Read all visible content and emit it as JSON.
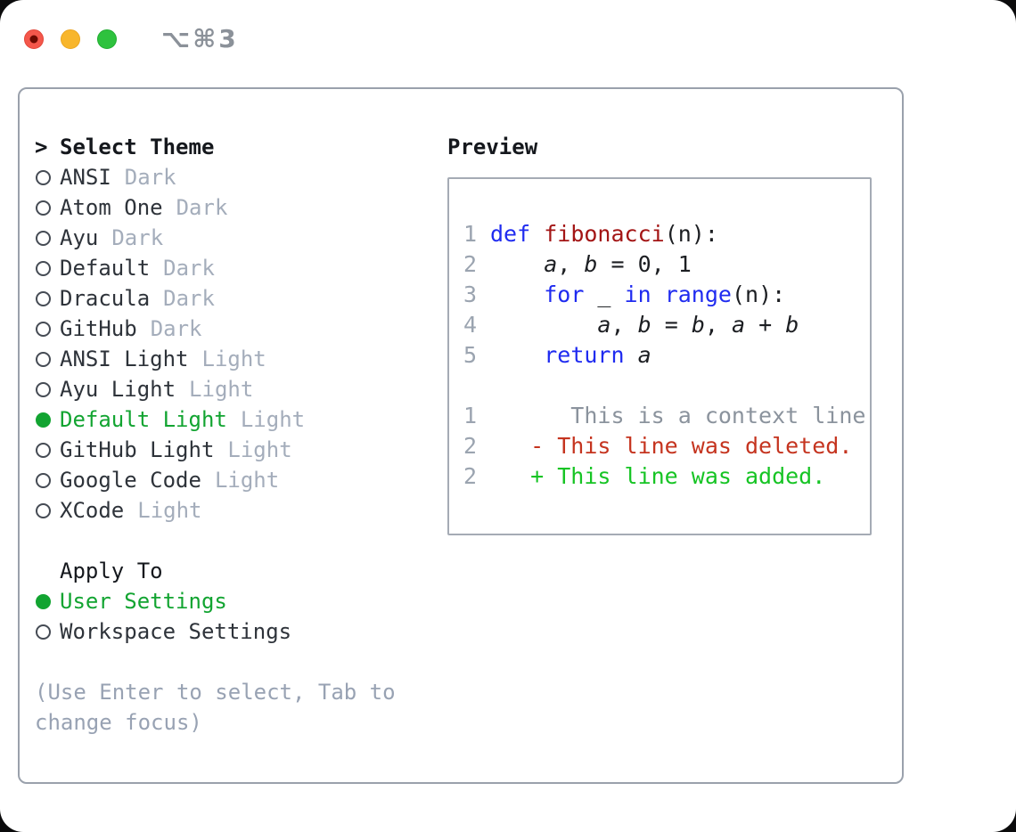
{
  "titlebar": {
    "shortcut": "⌥⌘3",
    "traffic_light_colors": {
      "red": "#f4574b",
      "yellow": "#f8b62c",
      "green": "#2ec23e"
    }
  },
  "theme_picker": {
    "prompt_marker": ">",
    "title": "Select Theme",
    "themes": [
      {
        "name": "ANSI",
        "variant": "Dark",
        "selected": false
      },
      {
        "name": "Atom One",
        "variant": "Dark",
        "selected": false
      },
      {
        "name": "Ayu",
        "variant": "Dark",
        "selected": false
      },
      {
        "name": "Default",
        "variant": "Dark",
        "selected": false
      },
      {
        "name": "Dracula",
        "variant": "Dark",
        "selected": false
      },
      {
        "name": "GitHub",
        "variant": "Dark",
        "selected": false
      },
      {
        "name": "ANSI Light",
        "variant": "Light",
        "selected": false
      },
      {
        "name": "Ayu Light",
        "variant": "Light",
        "selected": false
      },
      {
        "name": "Default Light",
        "variant": "Light",
        "selected": true
      },
      {
        "name": "GitHub Light",
        "variant": "Light",
        "selected": false
      },
      {
        "name": "Google Code",
        "variant": "Light",
        "selected": false
      },
      {
        "name": "XCode",
        "variant": "Light",
        "selected": false
      }
    ],
    "apply_to": {
      "title": "Apply To",
      "options": [
        {
          "name": "User Settings",
          "selected": true
        },
        {
          "name": "Workspace Settings",
          "selected": false
        }
      ]
    },
    "hint": "(Use Enter to select, Tab to change focus)"
  },
  "preview": {
    "title": "Preview",
    "code_lines": [
      {
        "ln": "1",
        "segs": [
          {
            "t": "def",
            "c": "kw"
          },
          {
            "t": " ",
            "c": "txt"
          },
          {
            "t": "fibonacci",
            "c": "fn"
          },
          {
            "t": "(n):",
            "c": "txt"
          }
        ]
      },
      {
        "ln": "2",
        "segs": [
          {
            "t": "    ",
            "c": "txt"
          },
          {
            "t": "a",
            "c": "var"
          },
          {
            "t": ", ",
            "c": "txt"
          },
          {
            "t": "b",
            "c": "var"
          },
          {
            "t": " = 0, 1",
            "c": "txt"
          }
        ]
      },
      {
        "ln": "3",
        "segs": [
          {
            "t": "    ",
            "c": "txt"
          },
          {
            "t": "for",
            "c": "kw"
          },
          {
            "t": " _ ",
            "c": "txt"
          },
          {
            "t": "in",
            "c": "kw"
          },
          {
            "t": " ",
            "c": "txt"
          },
          {
            "t": "range",
            "c": "kw"
          },
          {
            "t": "(n):",
            "c": "txt"
          }
        ]
      },
      {
        "ln": "4",
        "segs": [
          {
            "t": "        ",
            "c": "txt"
          },
          {
            "t": "a",
            "c": "var"
          },
          {
            "t": ", ",
            "c": "txt"
          },
          {
            "t": "b",
            "c": "var"
          },
          {
            "t": " = ",
            "c": "txt"
          },
          {
            "t": "b",
            "c": "var"
          },
          {
            "t": ", ",
            "c": "txt"
          },
          {
            "t": "a",
            "c": "var"
          },
          {
            "t": " + ",
            "c": "txt"
          },
          {
            "t": "b",
            "c": "var"
          }
        ]
      },
      {
        "ln": "5",
        "segs": [
          {
            "t": "    ",
            "c": "txt"
          },
          {
            "t": "return",
            "c": "kw"
          },
          {
            "t": " ",
            "c": "txt"
          },
          {
            "t": "a",
            "c": "var"
          }
        ]
      },
      {
        "ln": "",
        "segs": []
      },
      {
        "ln": "1",
        "segs": [
          {
            "t": "      This is a context line.",
            "c": "ctx"
          }
        ]
      },
      {
        "ln": "2",
        "segs": [
          {
            "t": "   - This line was deleted.",
            "c": "del"
          }
        ]
      },
      {
        "ln": "2",
        "segs": [
          {
            "t": "   + This line was added.",
            "c": "add"
          }
        ]
      }
    ]
  },
  "colors": {
    "selection_green": "#12a431",
    "keyword_blue": "#1f2bf0",
    "function_red": "#a31515",
    "added_green": "#16c424",
    "deleted_red": "#c5341f",
    "context_gray": "#8b939d",
    "line_number_gray": "#9ba4b0",
    "muted_gray": "#a4adbb",
    "border_gray": "#9aa1ac"
  }
}
